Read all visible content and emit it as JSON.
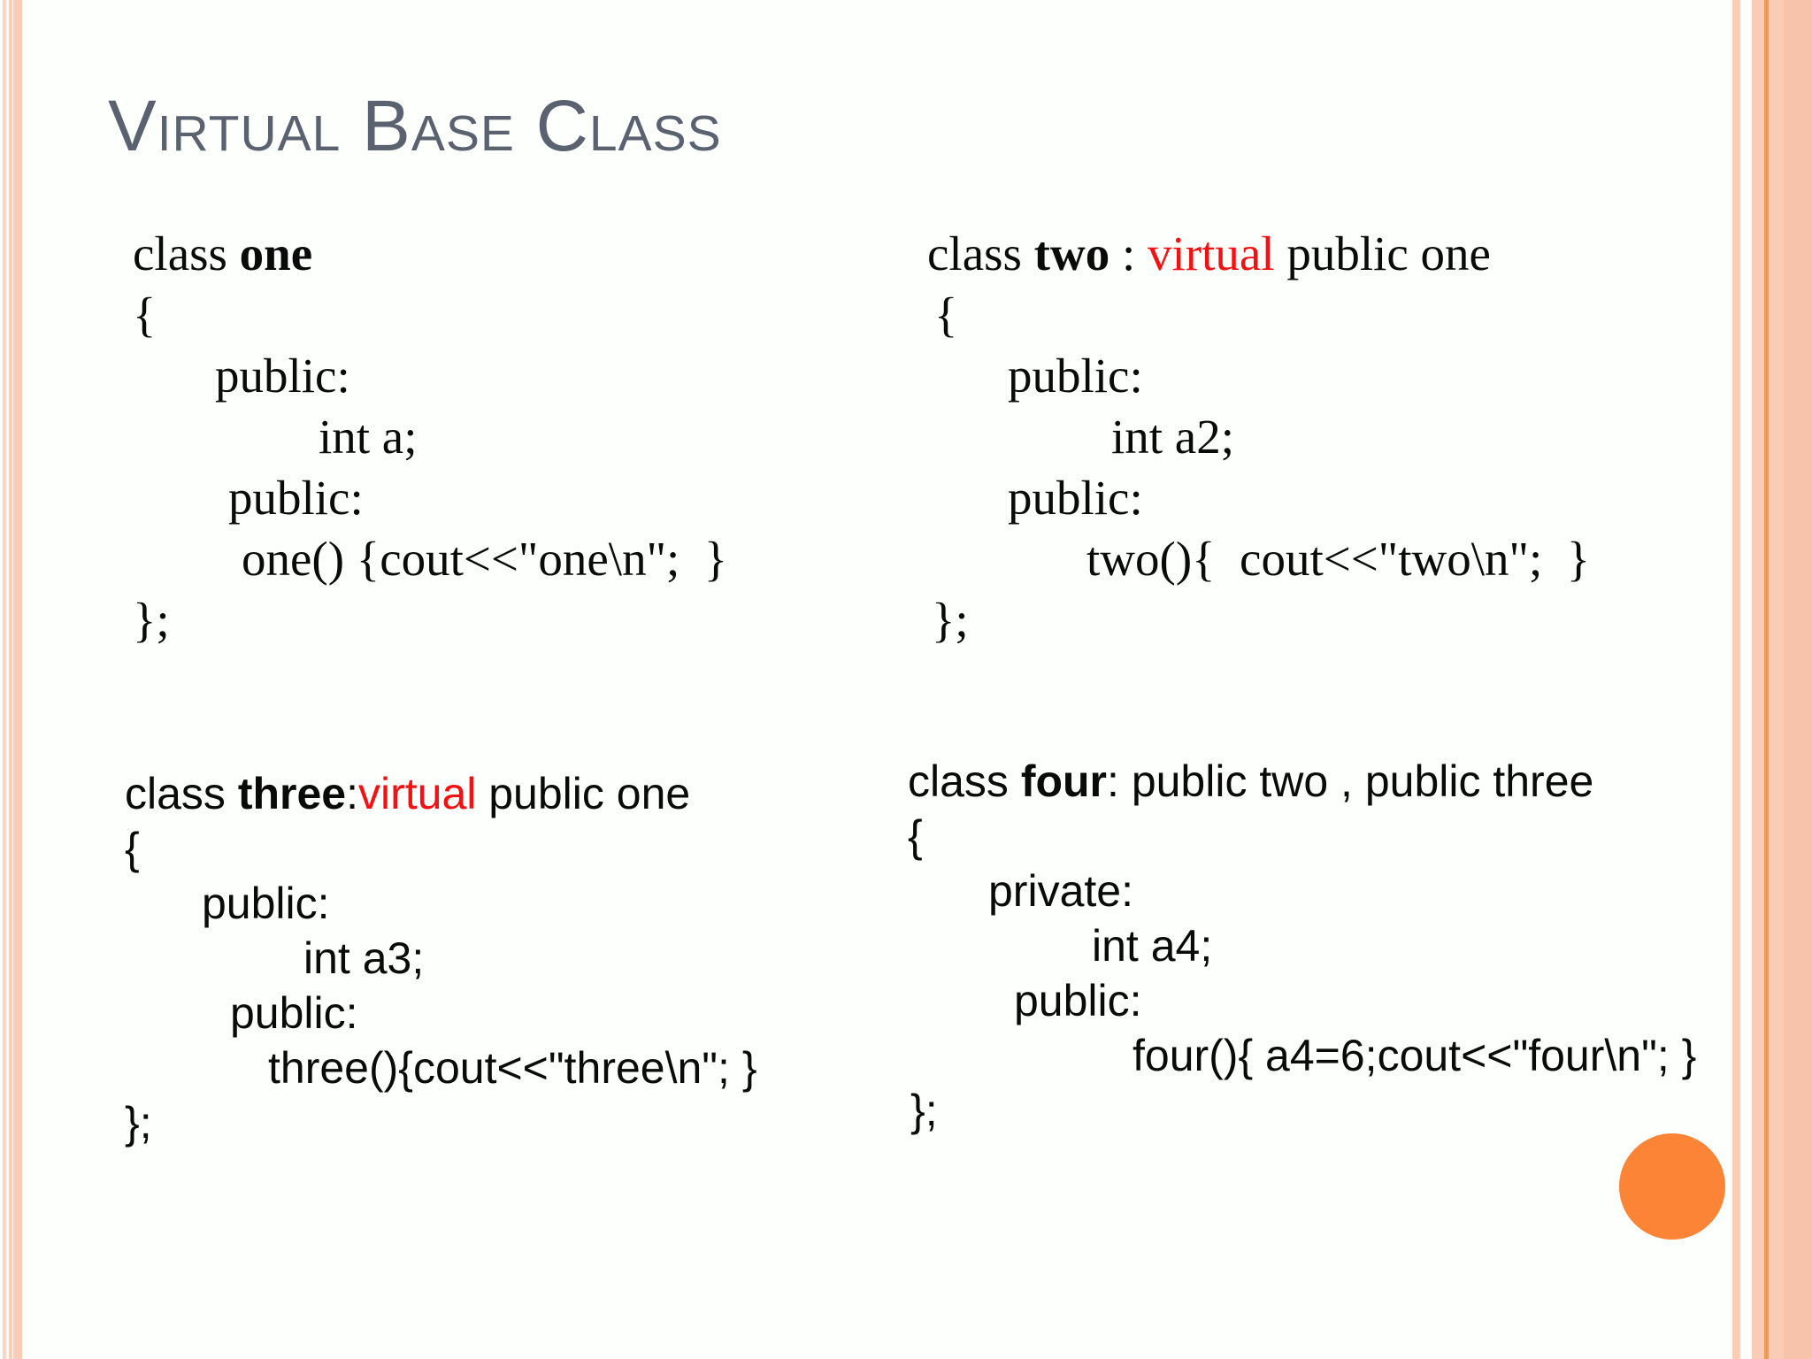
{
  "slide": {
    "title": "Virtual Base Class"
  },
  "colors": {
    "title": "#5A6270",
    "code": "#0A0A0A",
    "red_keyword": "#F51111",
    "peach_light": "#FBD5C2",
    "peach": "#FACBB5",
    "peach_dark": "#F8C3AB",
    "orange_line": "#F0975B",
    "circle_orange": "#FB8437"
  },
  "code_blocks": {
    "one": {
      "header": {
        "kw": "class ",
        "name": "one",
        "sep": "",
        "virtual": "",
        "rest": ""
      },
      "lines": [
        "{",
        "public:",
        "int a;",
        "public:",
        "one() {cout<<\"one\\n\";  }",
        "};"
      ]
    },
    "two": {
      "header": {
        "kw": "class ",
        "name": "two",
        "sep": " : ",
        "virtual": "virtual",
        "rest": " public one"
      },
      "lines": [
        "{",
        "public:",
        "int a2;",
        "public:",
        "two(){  cout<<\"two\\n\";  }",
        "};"
      ]
    },
    "three": {
      "header": {
        "kw": "class ",
        "name": "three",
        "sep": ":",
        "virtual": "virtual",
        "rest": " public one"
      },
      "lines": [
        "{",
        "public:",
        "int a3;",
        "public:",
        "three(){cout<<\"three\\n\"; }",
        "};"
      ]
    },
    "four": {
      "header": {
        "kw": "class ",
        "name": "four",
        "sep": ": ",
        "virtual": "",
        "rest": "public two , public three"
      },
      "lines": [
        "{",
        "private:",
        "int a4;",
        "public:",
        "four(){ a4=6;cout<<\"four\\n\"; }",
        "};"
      ]
    }
  }
}
